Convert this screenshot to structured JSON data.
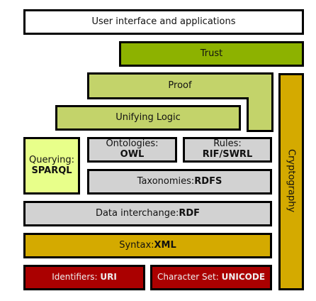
{
  "layers": {
    "ui": "User interface and applications",
    "trust": "Trust",
    "proof": "Proof",
    "logic": "Unifying Logic",
    "ontologies": {
      "prefix": "Ontologies:",
      "name": "OWL"
    },
    "rules": {
      "prefix": "Rules:",
      "name": "RIF/SWRL"
    },
    "querying": {
      "prefix": "Querying:",
      "name": "SPARQL"
    },
    "taxonomies": {
      "prefix": "Taxonomies:",
      "name": "RDFS"
    },
    "interchange": {
      "prefix": "Data interchange:",
      "name": "RDF"
    },
    "syntax": {
      "prefix": "Syntax:",
      "name": "XML"
    },
    "identifiers": {
      "prefix": "Identifiers: ",
      "name": "URI"
    },
    "charset": {
      "prefix": "Character Set: ",
      "name": "UNICODE"
    },
    "crypto": "Cryptography"
  },
  "colors": {
    "trust": "#8db200",
    "proof": "#c3d36a",
    "gray": "#d2d2d2",
    "querying": "#e8ff8a",
    "gold": "#d4aa00",
    "red": "#aa0000"
  }
}
